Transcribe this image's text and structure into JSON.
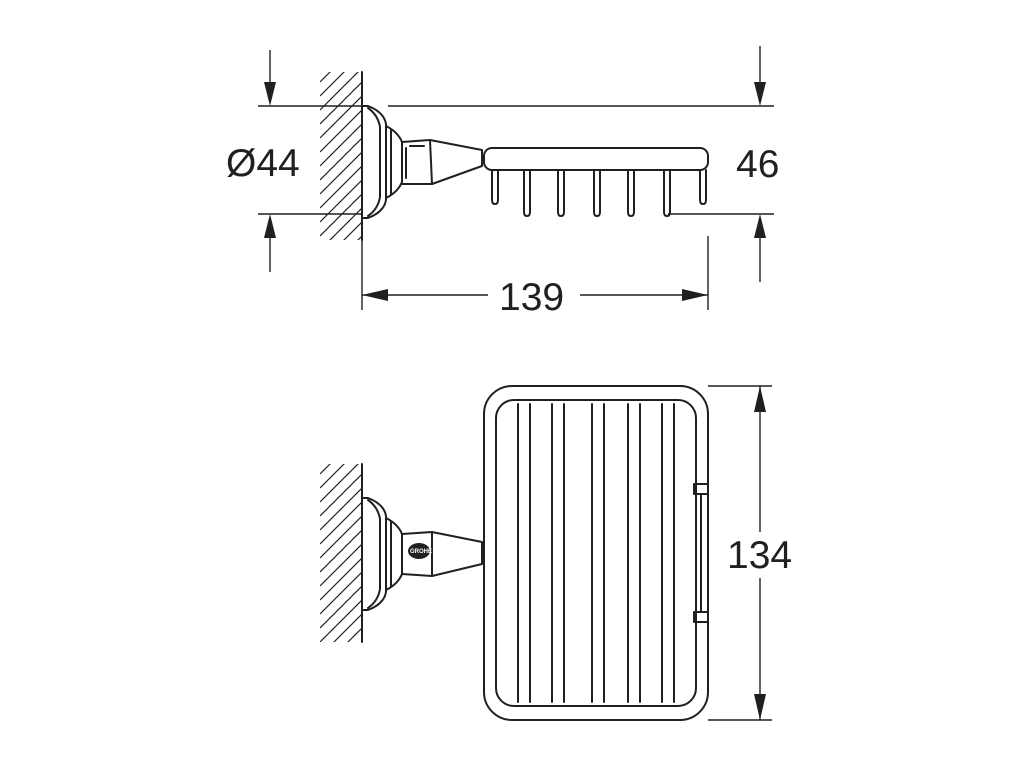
{
  "dimensions": {
    "flange_diameter": "Ø44",
    "height": "46",
    "projection": "139",
    "depth": "134"
  },
  "brand_mark": "GROHE"
}
